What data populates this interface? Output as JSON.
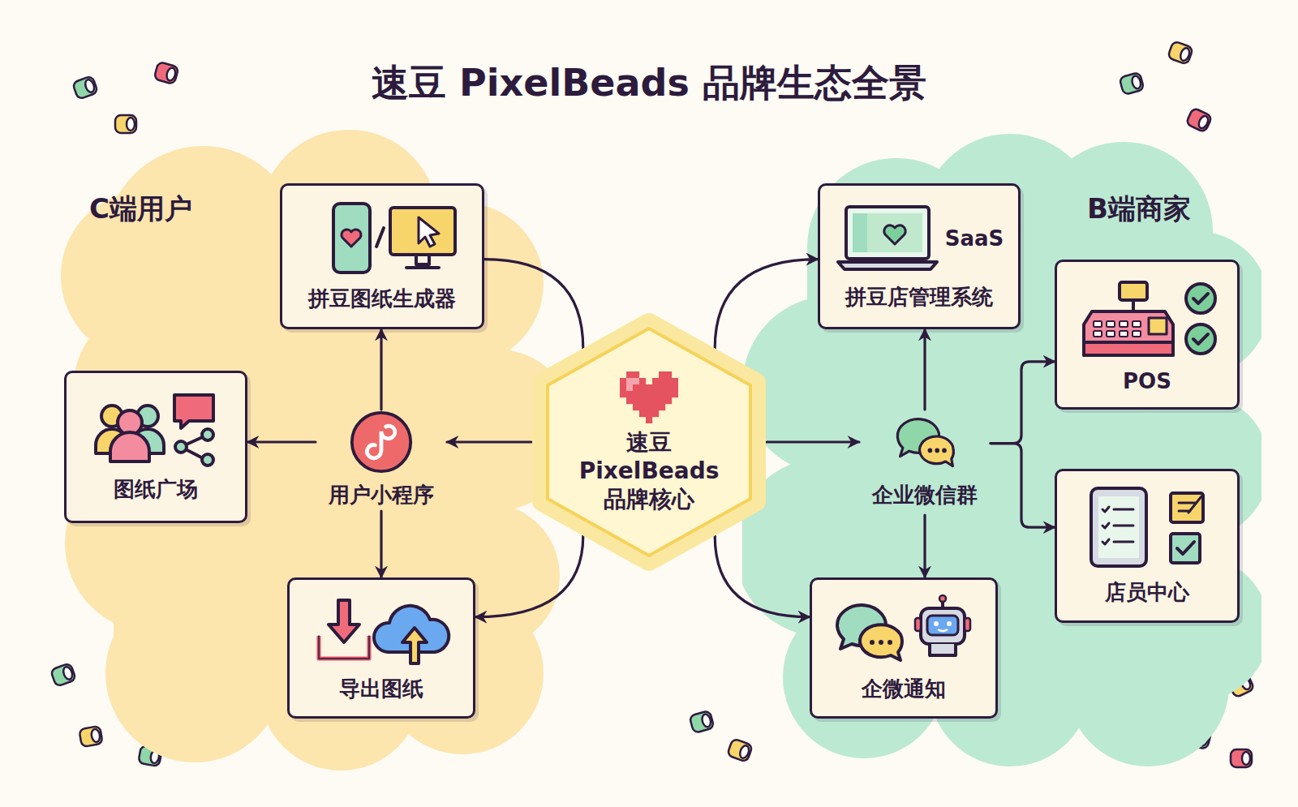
{
  "diagram": {
    "title": "速豆 PixelBeads 品牌生态全景",
    "nodes": [
      {
        "text": [
          "C端用户"
        ]
      },
      {
        "text": [
          "拼豆图纸生成器"
        ],
        "in": 0
      },
      {
        "text": [
          "图纸广场"
        ],
        "in": 0
      },
      {
        "text": [
          "用户小程序"
        ],
        "in": 0
      },
      {
        "text": [
          "导出图纸"
        ],
        "in": 0
      },
      {
        "text": [
          "速豆 PixelBeads 品牌核心"
        ]
      },
      {
        "text": [
          "B端商家"
        ]
      },
      {
        "text": [
          "SaaS",
          "拼豆店管理系统"
        ],
        "in": 6
      },
      {
        "text": [
          "企业微信群"
        ],
        "in": 6
      },
      {
        "text": [
          "POS"
        ],
        "in": 6
      },
      {
        "text": [
          "店员中心"
        ],
        "in": 6
      },
      {
        "text": [
          "企微通知"
        ],
        "in": 6
      }
    ],
    "edges": [
      {
        "from": 5,
        "to": 3,
        "arrow": "to"
      },
      {
        "from": 3,
        "to": 1,
        "arrow": "to"
      },
      {
        "from": 3,
        "to": 2,
        "arrow": "to"
      },
      {
        "from": 3,
        "to": 4,
        "arrow": "to"
      },
      {
        "from": 1,
        "to": 5,
        "arrow": "none"
      },
      {
        "from": 5,
        "to": 7,
        "arrow": "to"
      },
      {
        "from": 5,
        "to": 4,
        "arrow": "to"
      },
      {
        "from": 5,
        "to": 8,
        "arrow": "to"
      },
      {
        "from": 8,
        "to": 7,
        "arrow": "to"
      },
      {
        "from": 8,
        "to": 9,
        "arrow": "to"
      },
      {
        "from": 8,
        "to": 10,
        "arrow": "to"
      },
      {
        "from": 8,
        "to": 11,
        "arrow": "to"
      },
      {
        "from": 5,
        "to": 11,
        "arrow": "to"
      }
    ]
  }
}
